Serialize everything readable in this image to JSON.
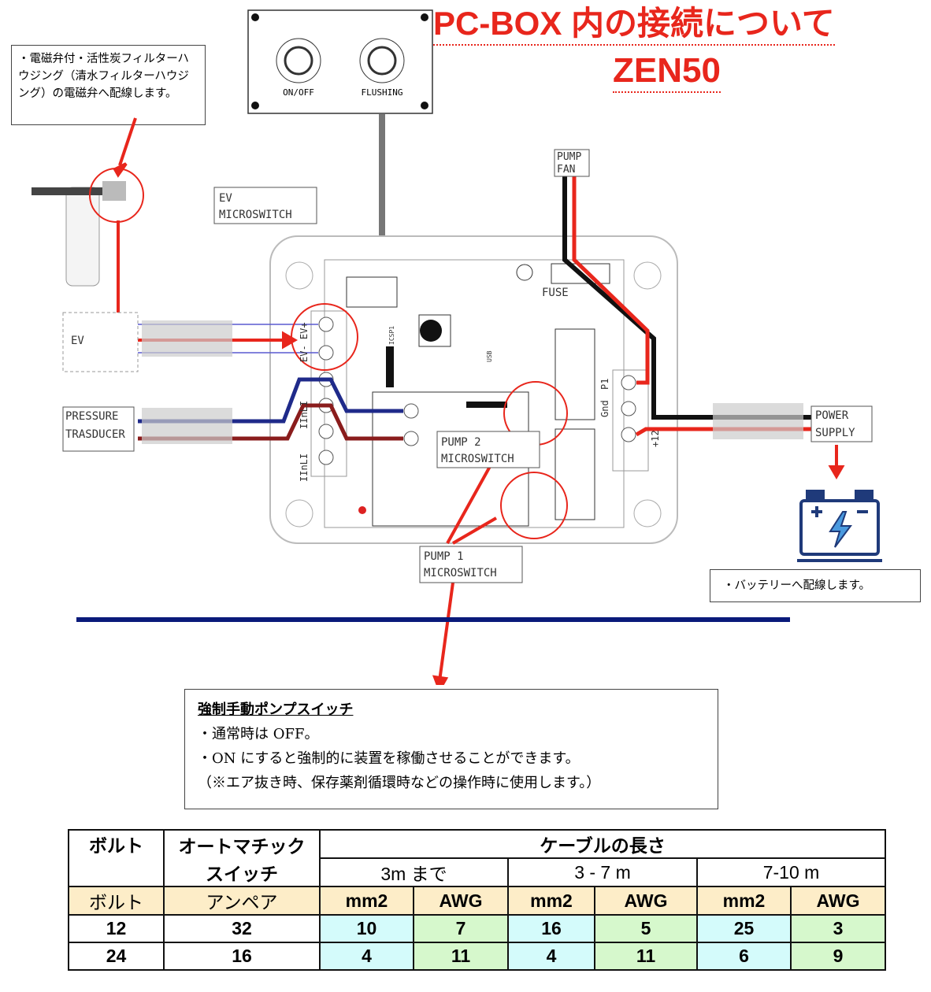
{
  "title": "PC-BOX 内の接続について",
  "model": "ZEN50",
  "callout_text": "・電磁弁付・活性炭フィルターハウジング（清水フィルターハウジング）の電磁弁へ配線します。",
  "panel": {
    "btn1": "ON/OFF",
    "btn2": "FLUSHING"
  },
  "labels": {
    "ev_microswitch": [
      "EV",
      "MICROSWITCH"
    ],
    "pump_fan": [
      "PUMP",
      "FAN"
    ],
    "fuse": "FUSE",
    "ev": "EV",
    "pressure": [
      "PRESSURE",
      "TRASDUCER"
    ],
    "pump2": [
      "PUMP 2",
      "MICROSWITCH"
    ],
    "pump1": [
      "PUMP 1",
      "MICROSWITCH"
    ],
    "power": [
      "POWER",
      "SUPPLY"
    ],
    "ev_terms": "EV- EV+",
    "p1": "P1",
    "gnd": "Gnd",
    "plus12": "+12",
    "icsp": "ICSP1",
    "usb": "USB",
    "inl1": "IInLI",
    "inl2": "IInLI"
  },
  "battery_note": "・バッテリーへ配線します。",
  "note": {
    "heading": "強制手動ポンプスイッチ",
    "lines": [
      "・通常時は OFF。",
      "・ON にすると強制的に装置を稼働させることができます。",
      "（※エア抜き時、保存薬剤循環時などの操作時に使用します。）"
    ]
  },
  "table": {
    "h_volt": "ボルト",
    "h_switch1": "オートマチック",
    "h_switch2": "スイッチ",
    "h_cable": "ケーブルの長さ",
    "ranges": [
      "3m まで",
      "3 - 7 m",
      "7-10 m"
    ],
    "sub": [
      "ボルト",
      "アンペア",
      "mm2",
      "AWG",
      "mm2",
      "AWG",
      "mm2",
      "AWG"
    ],
    "rows": [
      [
        "12",
        "32",
        "10",
        "7",
        "16",
        "5",
        "25",
        "3"
      ],
      [
        "24",
        "16",
        "4",
        "11",
        "4",
        "11",
        "6",
        "9"
      ]
    ]
  },
  "colors": {
    "accent": "#e8261c",
    "navy": "#0a1a7a",
    "wire_blue": "#1f2a8a",
    "wire_brown": "#8a1c1c",
    "terminal": "#f0d040"
  }
}
